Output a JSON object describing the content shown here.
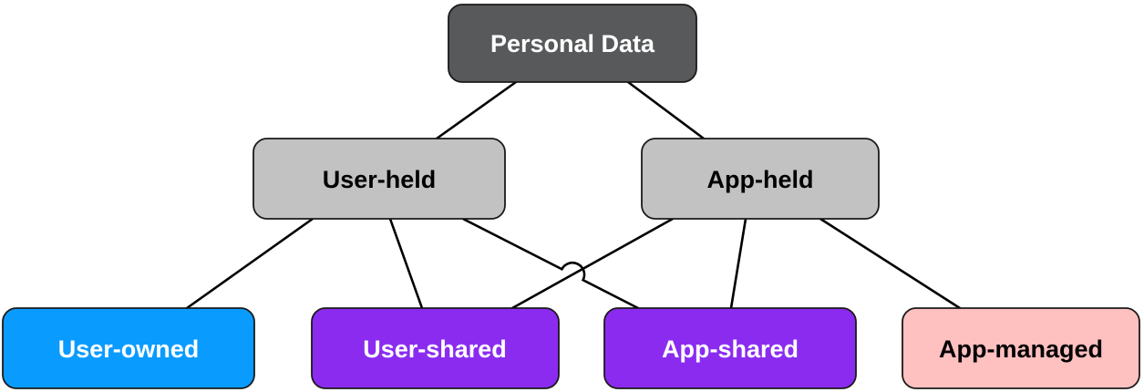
{
  "diagram": {
    "type": "tree-hierarchy",
    "background_color": "#ffffff",
    "edge_color": "#000000",
    "node_border_color": "#1a1a1a",
    "nodes": {
      "personal_data": {
        "label": "Personal Data",
        "fill": "#58595B",
        "text_color": "#ffffff",
        "level": 0
      },
      "user_held": {
        "label": "User-held",
        "fill": "#C2C2C2",
        "text_color": "#000000",
        "level": 1
      },
      "app_held": {
        "label": "App-held",
        "fill": "#C2C2C2",
        "text_color": "#000000",
        "level": 1
      },
      "user_owned": {
        "label": "User-owned",
        "fill": "#0A9BFF",
        "text_color": "#ffffff",
        "level": 2
      },
      "user_shared": {
        "label": "User-shared",
        "fill": "#8B2BF0",
        "text_color": "#ffffff",
        "level": 2
      },
      "app_shared": {
        "label": "App-shared",
        "fill": "#8B2BF0",
        "text_color": "#ffffff",
        "level": 2
      },
      "app_managed": {
        "label": "App-managed",
        "fill": "#FFC0C0",
        "text_color": "#000000",
        "level": 2
      }
    },
    "edges": [
      {
        "from": "personal_data",
        "to": "user_held"
      },
      {
        "from": "personal_data",
        "to": "app_held"
      },
      {
        "from": "user_held",
        "to": "user_owned"
      },
      {
        "from": "user_held",
        "to": "user_shared"
      },
      {
        "from": "user_held",
        "to": "app_shared",
        "note": "crosses over app_held→user_shared with a hop/bridge arc"
      },
      {
        "from": "app_held",
        "to": "user_shared"
      },
      {
        "from": "app_held",
        "to": "app_shared"
      },
      {
        "from": "app_held",
        "to": "app_managed"
      }
    ]
  }
}
